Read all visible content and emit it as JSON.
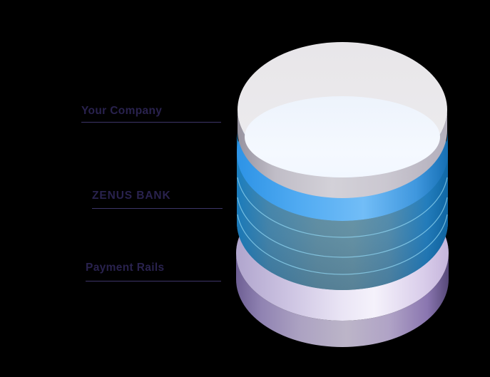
{
  "canvas": {
    "background": "#000000"
  },
  "diagram": {
    "type": "stacked-cylinder",
    "label_color": "#29224e",
    "underline_color": "#3d3569",
    "labels": [
      {
        "text": "Your Company"
      },
      {
        "text": "ZENUS BANK"
      },
      {
        "text": "Payment Rails"
      }
    ],
    "layers": [
      {
        "name": "top-disk",
        "label": "Your Company",
        "face_color": "#eae8ec",
        "highlight_color": "#f4f8ff",
        "side_color": "#cbc8d1"
      },
      {
        "name": "middle-stack",
        "label": "ZENUS BANK",
        "face_color": "#51abf2",
        "side_color": "#6897ab",
        "edge_color": "#1b80c2",
        "separator_line_color": "#8fd4f0",
        "separator_line_count": 3
      },
      {
        "name": "bottom-disk",
        "label": "Payment Rails",
        "face_color": "#f5f2fb",
        "side_color": "#bcb5c8",
        "edge_color": "#6e5f94"
      }
    ]
  }
}
